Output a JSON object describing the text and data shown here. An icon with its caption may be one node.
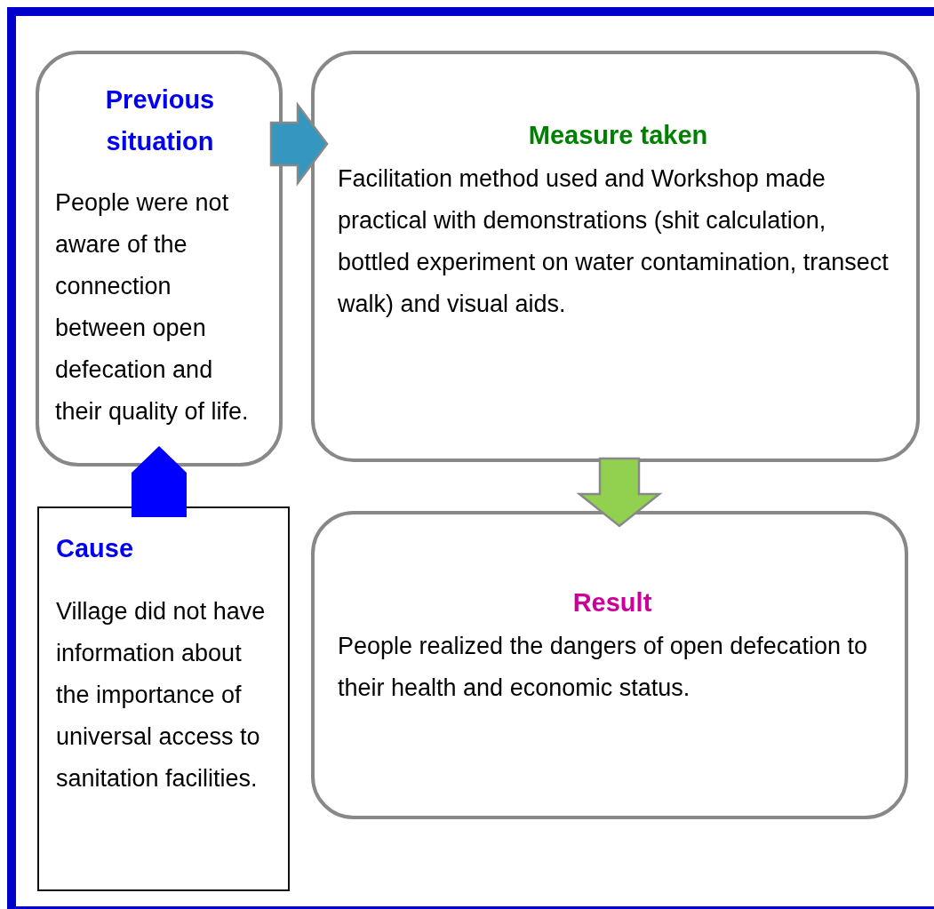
{
  "diagram": {
    "nodes": [
      {
        "text": [
          "Previous situation",
          "People were not aware of the connection between open defecation and their quality of life."
        ]
      },
      {
        "text": [
          "Measure taken",
          "Facilitation method used and Workshop made practical with demonstrations (shit calculation, bottled experiment on water contamination, transect walk) and visual aids."
        ]
      },
      {
        "text": [
          "Result",
          "People realized the dangers of open defecation to their health and economic status."
        ]
      },
      {
        "text": [
          "Cause",
          "Village did not have information about the importance of universal access to sanitation facilities."
        ]
      }
    ],
    "edges": [
      {
        "from": 0,
        "to": 1,
        "arrow": "to",
        "color": "#3597c0"
      },
      {
        "from": 1,
        "to": 2,
        "arrow": "to",
        "color": "#92d050"
      },
      {
        "from": 3,
        "to": 0,
        "arrow": "to",
        "color": "#0000ff"
      }
    ]
  }
}
